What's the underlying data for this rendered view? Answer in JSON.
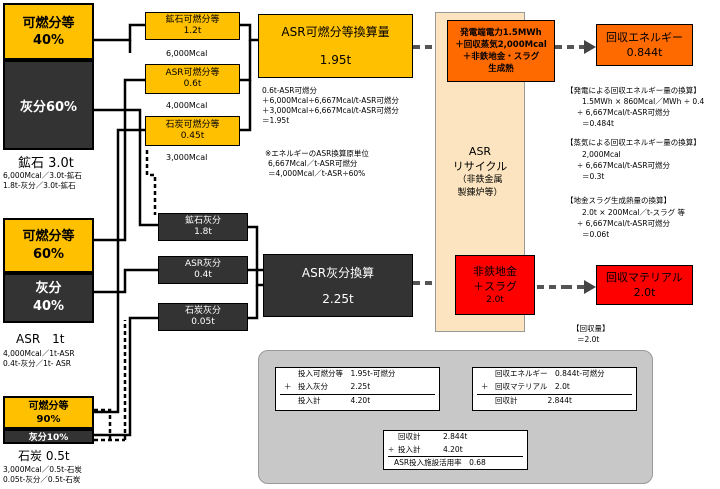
{
  "ore": {
    "combustible_label": "可燃分等",
    "combustible_pct": "40%",
    "ash": "灰分60%",
    "name": "鉱石 3.0t",
    "note1": "6,000Mcal／3.0t-鉱石",
    "note2": "1.8t-灰分／3.0t-鉱石"
  },
  "asr": {
    "combustible_label": "可燃分等",
    "combustible_pct": "60%",
    "ash_label": "灰分",
    "ash_pct": "40%",
    "name": "ASR　1t",
    "note1": "4,000Mcal／1t-ASR",
    "note2": "0.4t-灰分／1t- ASR"
  },
  "coal": {
    "combustible_label": "可燃分等",
    "combustible_pct": "90%",
    "ash": "灰分10%",
    "name": "石炭 0.5t",
    "note1": "3,000Mcal／0.5t-石炭",
    "note2": "0.05t-灰分／0.5t-石炭"
  },
  "mid_combustible": [
    {
      "label": "鉱石可燃分等",
      "value": "1.2t",
      "energy": "6,000Mcal"
    },
    {
      "label": "ASR可燃分等",
      "value": "0.6t",
      "energy": "4,000Mcal"
    },
    {
      "label": "石炭可燃分等",
      "value": "0.45t",
      "energy": "3,000Mcal"
    }
  ],
  "mid_ash": [
    {
      "label": "鉱石灰分",
      "value": "1.8t"
    },
    {
      "label": "ASR灰分",
      "value": "0.4t"
    },
    {
      "label": "石炭灰分",
      "value": "0.05t"
    }
  ],
  "combustible_conv": {
    "title": "ASR可燃分等換算量",
    "value": "1.95t",
    "calc1": "0.6t-ASR可燃分",
    "calc2": "＋6,000Mcal÷6,667Mcal/t-ASR可燃分",
    "calc3": "＋3,000Mcal÷6,667Mcal/t-ASR可燃分",
    "calc4": "＝1.95t",
    "unit1": "※エネルギーのASR換算原単位",
    "unit2": "6,667Mcal／t-ASR可燃分",
    "unit3": "＝4,000Mcal／t-ASR÷60%"
  },
  "ash_conv": {
    "title": "ASR灰分換算",
    "value": "2.25t"
  },
  "recycle": {
    "line1": "ASR",
    "line2": "リサイクル",
    "line3": "（非鉄金属",
    "line4": "製錬炉等）"
  },
  "generation": {
    "line1": "発電端電力1.5MWh",
    "line2": "＋回収蒸気2,000Mcal",
    "line3": "＋非鉄地金・スラグ",
    "line4": "生成熱"
  },
  "recovered_energy": {
    "title": "回収エネルギー",
    "value": "0.844t"
  },
  "metal": {
    "line1": "非鉄地金",
    "line2": "＋スラグ",
    "value": "2.0t"
  },
  "recovered_material": {
    "title": "回収マテリアル",
    "value": "2.0t"
  },
  "right_notes": {
    "power_title": "【発電による回収エネルギー量の換算】",
    "power1": "1.5MWh × 860Mcal／MWh ÷ 0.4",
    "power2": "÷ 6,667Mcal/t-ASR可燃分",
    "power3": "＝0.484t",
    "steam_title": "【蒸気による回収エネルギー量の換算】",
    "steam1": "2,000Mcal",
    "steam2": "÷ 6,667Mcal/t-ASR可燃分",
    "steam3": "＝0.3t",
    "slag_title": "【地金スラグ生成熱量の換算】",
    "slag1": "2.0t × 200Mcal／t-スラグ 等",
    "slag2": "÷ 6,667Mcal/t-ASR可燃分",
    "slag3": "＝0.06t",
    "recovery_title": "【回収量】",
    "recovery1": "＝2.0t"
  },
  "summary": {
    "in1": "投入可燃分等　1.95t-可燃分",
    "in2_op": "＋",
    "in2": "投入灰分　　　2.25t",
    "in3": "投入計　　　　4.20t",
    "out1": "回収エネルギー　0.844t-可燃分",
    "out2_op": "＋",
    "out2": "回収マテリアル　2.0t",
    "out3": "回収計　　　　2.844t",
    "res1": "回収計　　　2.844t",
    "res2_op": "÷",
    "res2": "投入計　　　4.20t",
    "res3": "ASR投入施設活用率　0.68"
  }
}
